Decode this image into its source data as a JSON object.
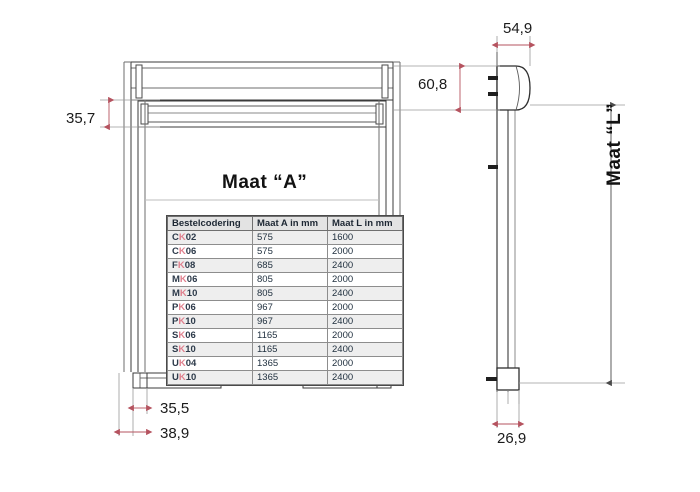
{
  "drawing": {
    "title_main": "Maat “A”",
    "title_side": "Maat “L”",
    "dimensions": {
      "width_profile": "54,9",
      "height_head": "60,8",
      "height_rail": "35,7",
      "base_inner": "35,5",
      "base_outer": "38,9",
      "foot_depth": "26,9"
    },
    "colors": {
      "line": "#3b3b3b",
      "dimension_arrow": "#b5535f",
      "dimension_line": "#8c8c8c",
      "table_header_bg": "#e3e3e3",
      "table_alt_bg": "#eeeeee",
      "code_accent": "#e0808e",
      "text": "#1b1b1b"
    }
  },
  "table": {
    "headers": [
      "Bestelcodering",
      "Maat A in mm",
      "Maat L in mm"
    ],
    "rows": [
      {
        "code_pre": "C",
        "code_k": "K",
        "code_post": "02",
        "code": "CK02",
        "maat_a": "575",
        "maat_l": "1600"
      },
      {
        "code_pre": "C",
        "code_k": "K",
        "code_post": "06",
        "code": "CK06",
        "maat_a": "575",
        "maat_l": "2000"
      },
      {
        "code_pre": "F",
        "code_k": "K",
        "code_post": "08",
        "code": "FK08",
        "maat_a": "685",
        "maat_l": "2400"
      },
      {
        "code_pre": "M",
        "code_k": "K",
        "code_post": "06",
        "code": "MK06",
        "maat_a": "805",
        "maat_l": "2000"
      },
      {
        "code_pre": "M",
        "code_k": "K",
        "code_post": "10",
        "code": "MK10",
        "maat_a": "805",
        "maat_l": "2400"
      },
      {
        "code_pre": "P",
        "code_k": "K",
        "code_post": "06",
        "code": "PK06",
        "maat_a": "967",
        "maat_l": "2000"
      },
      {
        "code_pre": "P",
        "code_k": "K",
        "code_post": "10",
        "code": "PK10",
        "maat_a": "967",
        "maat_l": "2400"
      },
      {
        "code_pre": "S",
        "code_k": "K",
        "code_post": "06",
        "code": "SK06",
        "maat_a": "1165",
        "maat_l": "2000"
      },
      {
        "code_pre": "S",
        "code_k": "K",
        "code_post": "10",
        "code": "SK10",
        "maat_a": "1165",
        "maat_l": "2400"
      },
      {
        "code_pre": "U",
        "code_k": "K",
        "code_post": "04",
        "code": "UK04",
        "maat_a": "1365",
        "maat_l": "2000"
      },
      {
        "code_pre": "U",
        "code_k": "K",
        "code_post": "10",
        "code": "UK10",
        "maat_a": "1365",
        "maat_l": "2400"
      }
    ]
  }
}
